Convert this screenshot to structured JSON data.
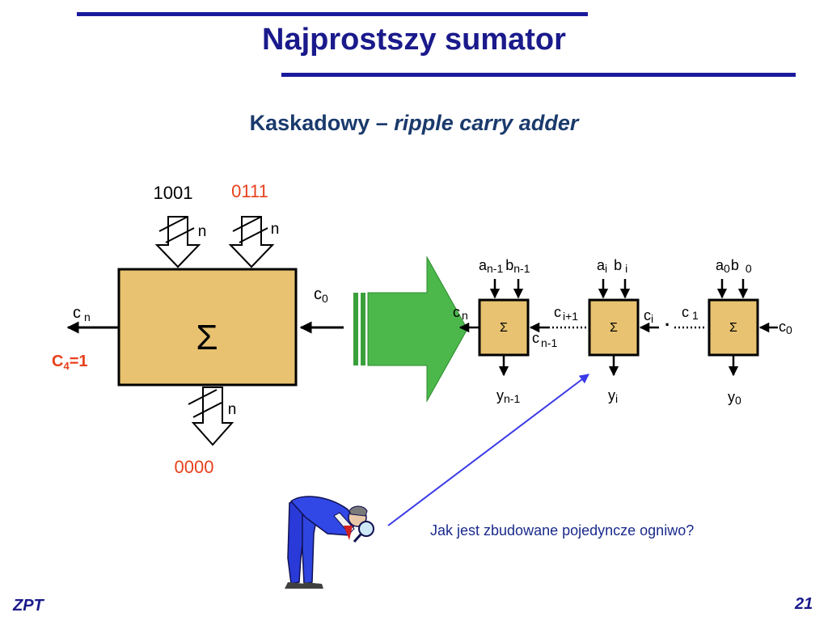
{
  "slide": {
    "title": "Najprostszy sumator",
    "subtitle_main": "Kaskadowy – ",
    "subtitle_italic": "ripple carry adder",
    "footer_left": "ZPT",
    "page_number": "21",
    "question": "Jak jest zbudowane pojedyncze ogniwo?"
  },
  "big_adder": {
    "symbol": "Σ",
    "input_a_value": "1001",
    "input_b_value": "0111",
    "bus_width": "n",
    "carry_in_base": "c",
    "carry_in_sub": "0",
    "carry_out_base": "c",
    "carry_out_sub": "n",
    "carry_result_base": "C",
    "carry_result_sub": "4",
    "carry_result_rest": "=1",
    "output_value": "0000"
  },
  "chain": {
    "cells": [
      {
        "symbol": "Σ",
        "a_base": "a",
        "a_sub": "n-1",
        "b_base": "b",
        "b_sub": "n-1",
        "y_base": "y",
        "y_sub": "n-1"
      },
      {
        "symbol": "Σ",
        "a_base": "a",
        "a_sub": "i",
        "b_base": "b",
        "b_sub": "i",
        "y_base": "y",
        "y_sub": "i"
      },
      {
        "symbol": "Σ",
        "a_base": "a",
        "a_sub": "0",
        "b_base": "b",
        "b_sub": "0",
        "y_base": "y",
        "y_sub": "0"
      }
    ],
    "cn_base": "c",
    "cn_sub": "n",
    "cn1_base": "c",
    "cn1_sub": "n-1",
    "ci1_base": "c",
    "ci1_sub": "i+1",
    "ci_base": "c",
    "ci_sub": "i",
    "c1_base": "c",
    "c1_sub": "1",
    "c0_base": "c",
    "c0_sub": "0",
    "dots": "·"
  },
  "colors": {
    "title": "#1a1a8c",
    "rule": "#1a1a9c",
    "box_fill": "#e8c270",
    "red_value": "#e8401c",
    "green_arrow": "#4cb84c",
    "pointer_line": "#3a3ae8"
  }
}
